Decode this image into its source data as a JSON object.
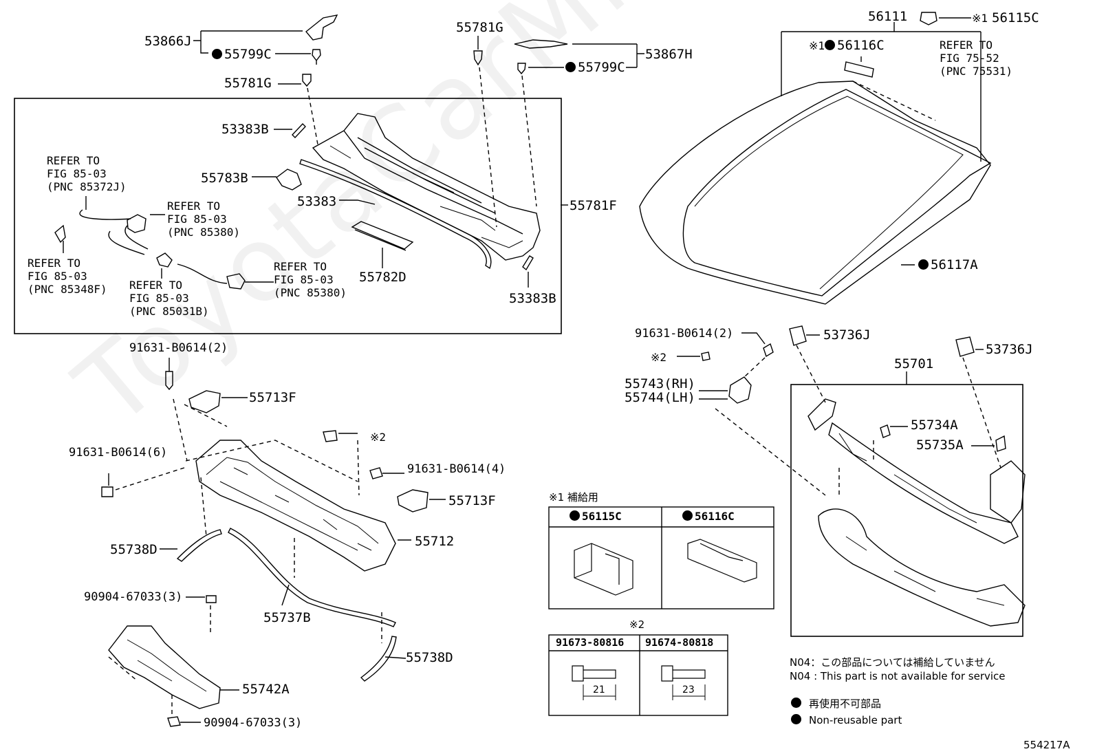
{
  "watermark": "ToyotaCarMine.ru",
  "diagram_id": "554217A",
  "parts": {
    "p53866J": "53866J",
    "p55799C_a": "55799C",
    "p55781G_a": "55781G",
    "p55781G_b": "55781G",
    "p55799C_b": "55799C",
    "p53867H": "53867H",
    "p53383B_a": "53383B",
    "p55783B": "55783B",
    "p53383": "53383",
    "p55781F": "55781F",
    "p55782D": "55782D",
    "p53383B_b": "53383B",
    "p56111": "56111",
    "p56115C": "56115C",
    "p56116C": "56116C",
    "p56117A": "56117A",
    "p53736J_a": "53736J",
    "p53736J_b": "53736J",
    "p55701": "55701",
    "p55734A": "55734A",
    "p55735A": "55735A",
    "p91631_2_right": "91631-B0614(2)",
    "p91631_2_left": "91631-B0614(2)",
    "p55743": "55743(RH)",
    "p55744": "55744(LH)",
    "p55713F_a": "55713F",
    "p55713F_b": "55713F",
    "p91631_6": "91631-B0614(6)",
    "p91631_4": "91631-B0614(4)",
    "p55712": "55712",
    "p55738D_a": "55738D",
    "p55738D_b": "55738D",
    "p55737B": "55737B",
    "p90904_a": "90904-67033(3)",
    "p90904_b": "90904-67033(3)",
    "p55742A": "55742A"
  },
  "marks": {
    "note1": "※1",
    "note2": "※2"
  },
  "refs": {
    "r1": "REFER TO\nFIG 85-03\n(PNC 85372J)",
    "r2": "REFER TO\nFIG 85-03\n(PNC 85380)",
    "r3": "REFER TO\nFIG 85-03\n(PNC 85348F)",
    "r4": "REFER TO\nFIG 85-03\n(PNC 85031B)",
    "r5": "REFER TO\nFIG 85-03\n(PNC 85380)",
    "r6": "REFER TO\nFIG 75-52\n(PNC 75531)"
  },
  "supply_table": {
    "caption": "※1 補給用",
    "col1": "56115C",
    "col2": "56116C"
  },
  "bolt_table": {
    "caption": "※2",
    "col1": "91673-80816",
    "col2": "91674-80818",
    "len1": "21",
    "len2": "23"
  },
  "notes": {
    "n04_jp": "N04：この部品については補給していません",
    "n04_en": "N04 : This part is not available for service",
    "nonreuse_jp": "再使用不可部品",
    "nonreuse_en": "Non-reusable part"
  }
}
